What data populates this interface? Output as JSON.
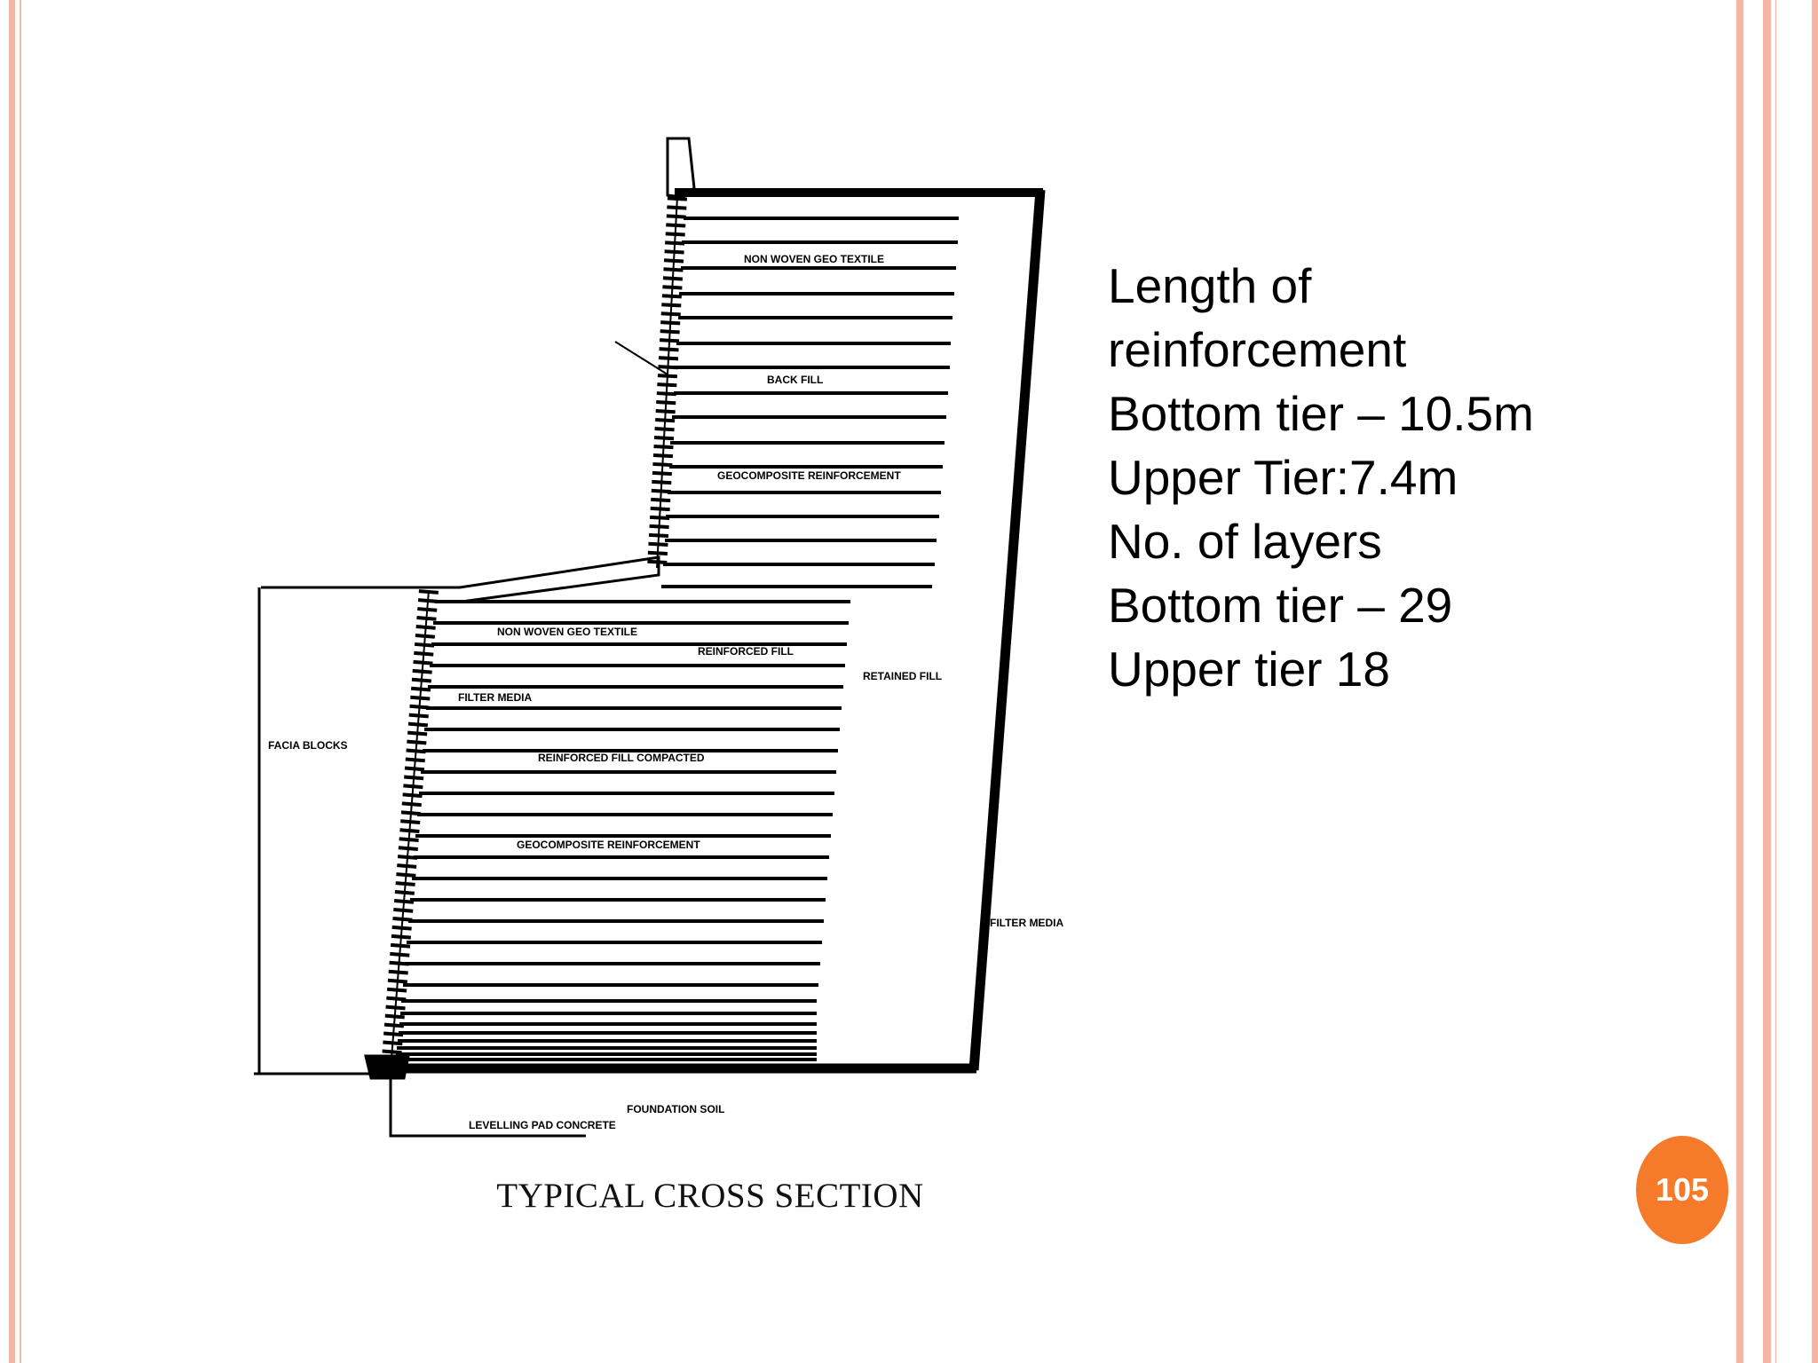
{
  "slide": {
    "colors": {
      "border": "#f4b6a2",
      "badge": "#f57a2a"
    },
    "info_lines": [
      "Length of",
      "reinforcement",
      "Bottom tier – 10.5m",
      "Upper Tier:7.4m",
      "No. of layers",
      "Bottom tier – 29",
      "Upper tier 18"
    ],
    "page_number": "105"
  },
  "figure": {
    "caption": "TYPICAL CROSS SECTION",
    "labels": {
      "upper_geotextile": "NON WOVEN GEO TEXTILE",
      "lower_geotextile": "NON WOVEN GEO TEXTILE",
      "upper_backfill": "BACK FILL",
      "geocomposite_upper": "GEOCOMPOSITE REINFORCEMENT",
      "geocomposite_lower": "GEOCOMPOSITE REINFORCEMENT",
      "reinforced_fill_lower": "REINFORCED FILL",
      "retained_fill": "RETAINED FILL",
      "facia_blocks": "FACIA BLOCKS",
      "filter_media": "FILTER MEDIA",
      "filter_media_right": "FILTER MEDIA",
      "reinforced_fill_compacted": "REINFORCED FILL COMPACTED",
      "pcc_levelling": "LEVELLING PAD CONCRETE",
      "foundation_soil": "FOUNDATION SOIL"
    }
  }
}
